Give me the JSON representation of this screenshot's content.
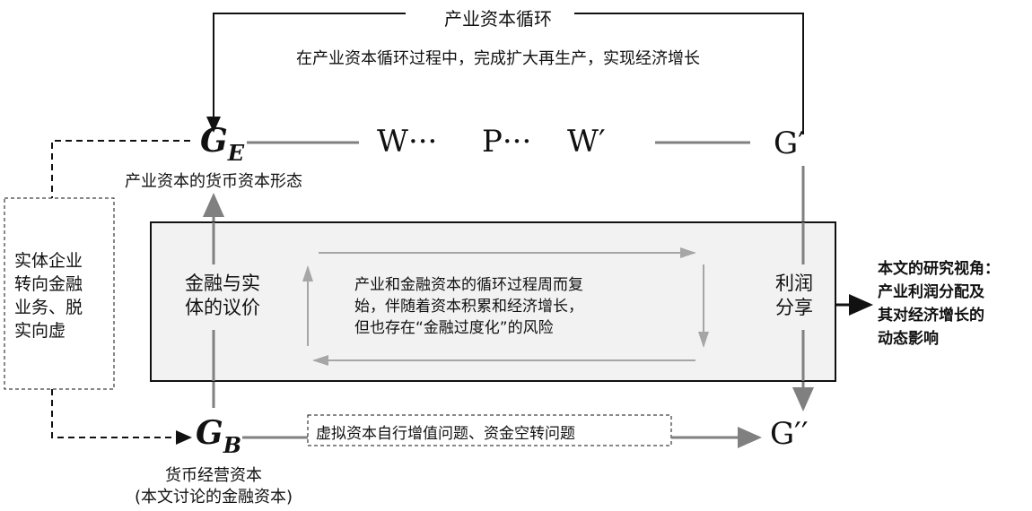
{
  "top": {
    "cycle_label": "产业资本循环",
    "cycle_desc": "在产业资本循环过程中，完成扩大再生产，实现经济增长"
  },
  "nodes": {
    "ge_main": "G",
    "ge_sub": "E",
    "ge_caption": "产业资本的货币资本形态",
    "w1": "W···",
    "p": "P···",
    "w2": "W′",
    "g_prime": "G′",
    "gb_main": "G",
    "gb_sub": "B",
    "gb_caption_1": "货币经营资本",
    "gb_caption_2": "(本文讨论的金融资本)",
    "g_double_prime": "G′′"
  },
  "left_box": {
    "lines": [
      "实体企业",
      "转向金融",
      "业务、脱",
      "实向虚"
    ]
  },
  "center_box": {
    "left_label": [
      "金融与实",
      "体的议价"
    ],
    "center_text": [
      "产业和金融资本的循环过程周而复",
      "始，伴随着资本积累和经济增长，",
      "但也存在“金融过度化”的风险"
    ],
    "right_label": [
      "利润",
      "分享"
    ]
  },
  "bottom": {
    "problem_label": "虚拟资本自行增值问题、资金空转问题"
  },
  "right_note": {
    "lines": [
      "本文的研究视角：",
      "产业利润分配及",
      "其对经济增长的",
      "动态影响"
    ]
  },
  "colors": {
    "gray_line": "#808080",
    "light_arrow": "#a6a6a6",
    "box_fill": "#f2f2f2"
  }
}
